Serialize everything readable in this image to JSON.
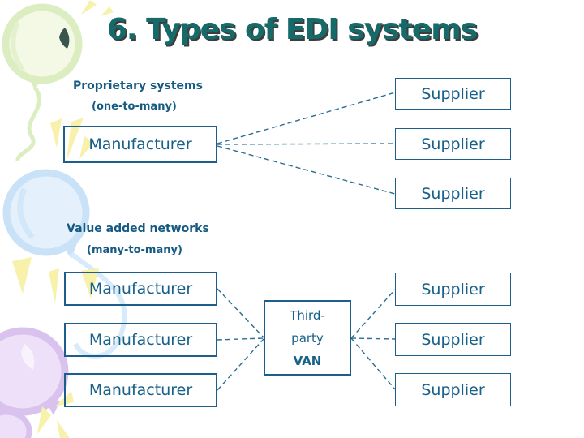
{
  "title": "6. Types of EDI systems",
  "proprietary": {
    "heading": "Proprietary systems",
    "subheading": "(one-to-many)",
    "manufacturer": "Manufacturer",
    "suppliers": [
      "Supplier",
      "Supplier",
      "Supplier"
    ]
  },
  "van": {
    "heading": "Value added networks",
    "subheading": "(many-to-many)",
    "manufacturers": [
      "Manufacturer",
      "Manufacturer",
      "Manufacturer"
    ],
    "hub": {
      "line1": "Third-",
      "line2": "party",
      "line3": "VAN"
    },
    "suppliers": [
      "Supplier",
      "Supplier",
      "Supplier"
    ]
  },
  "colors": {
    "title_text": "#166a6a",
    "title_shadow": "#3d3d3d",
    "section_label": "#155a82",
    "box_border": "#1d5e8c",
    "box_text": "#17608a",
    "connector": "#2a6d93",
    "balloon_green": "#dcedc2",
    "balloon_blue": "#c9e2f7",
    "balloon_purple": "#d9c2ee",
    "sparkle_yellow": "#f7f1ab"
  },
  "decorations": [
    "green-balloon-illustration",
    "blue-balloon-illustration",
    "purple-balloon-illustration",
    "sparkle-icons"
  ]
}
